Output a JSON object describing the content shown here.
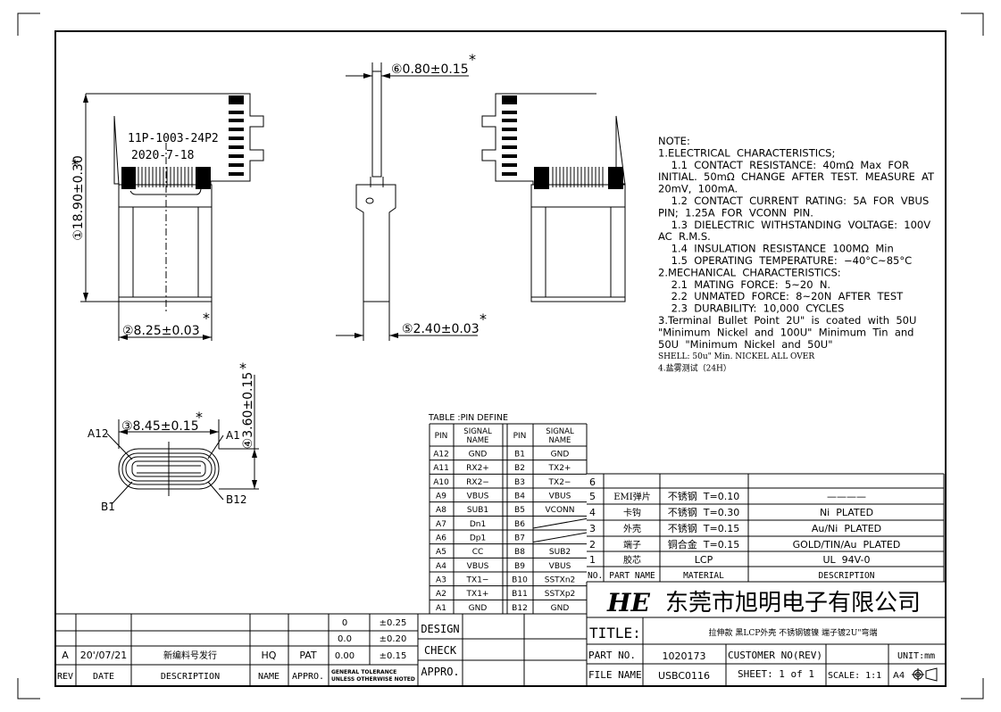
{
  "drawing": {
    "marking_line1": "11P-1003-24P2",
    "marking_line2": "2020-7-18",
    "dims": {
      "d01": "①18.90±0.30",
      "d02": "②8.25±0.03",
      "d03": "③8.45±0.15",
      "d04": "④3.60±0.15",
      "d05": "⑤2.40±0.03",
      "d06": "⑥0.80±0.15",
      "critical_mark": "*"
    },
    "pin_labels": {
      "a12": "A12",
      "a1": "A1",
      "b1": "B1",
      "b12": "B12"
    }
  },
  "notes": [
    "NOTE:",
    "1.ELECTRICAL  CHARACTERISTICS;",
    "    1.1  CONTACT  RESISTANCE:  40mΩ  Max  FOR",
    "INITIAL.  50mΩ  CHANGE  AFTER  TEST.  MEASURE  AT",
    "20mV,  100mA.",
    "    1.2  CONTACT  CURRENT  RATING:  5A  FOR  VBUS",
    "PIN;  1.25A  FOR  VCONN  PIN.",
    "    1.3  DIELECTRIC  WITHSTANDING  VOLTAGE:  100V",
    "AC  R.M.S.",
    "    1.4  INSULATION  RESISTANCE  100MΩ  Min",
    "    1.5  OPERATING  TEMPERATURE:  −40°C~85°C",
    "2.MECHANICAL  CHARACTERISTICS:",
    "    2.1  MATING  FORCE:  5~20  N.",
    "    2.2  UNMATED  FORCE:  8~20N  AFTER  TEST",
    "    2.3  DURABILITY:  10,000  CYCLES",
    "3.Terminal  Bullet  Point  2U\"  is  coated  with  50U",
    "\"Minimum  Nickel  and  100U\"  Minimum  Tin  and",
    "50U  \"Minimum  Nickel  and  50U\""
  ],
  "notes_small": [
    "SHELL: 50u\" Min. NICKEL ALL OVER",
    "4.盐雾测试（24H）"
  ],
  "pin_table": {
    "title": "TABLE :PIN DEFINE",
    "headers": [
      "PIN",
      "SIGNAL",
      "NAME"
    ],
    "rows": [
      [
        "A12",
        "GND",
        "B1",
        "GND"
      ],
      [
        "A11",
        "RX2+",
        "B2",
        "TX2+"
      ],
      [
        "A10",
        "RX2−",
        "B3",
        "TX2−"
      ],
      [
        "A9",
        "VBUS",
        "B4",
        "VBUS"
      ],
      [
        "A8",
        "SUB1",
        "B5",
        "VCONN"
      ],
      [
        "A7",
        "Dn1",
        "B6",
        ""
      ],
      [
        "A6",
        "Dp1",
        "B7",
        ""
      ],
      [
        "A5",
        "CC",
        "B8",
        "SUB2"
      ],
      [
        "A4",
        "VBUS",
        "B9",
        "VBUS"
      ],
      [
        "A3",
        "TX1−",
        "B10",
        "SSTXn2"
      ],
      [
        "A2",
        "TX1+",
        "B11",
        "SSTXp2"
      ],
      [
        "A1",
        "GND",
        "B12",
        "GND"
      ]
    ]
  },
  "parts_table": {
    "rows": [
      [
        "6",
        "",
        "",
        ""
      ],
      [
        "5",
        "EMI弹片",
        "不锈钢  T=0.10",
        "————"
      ],
      [
        "4",
        "卡钩",
        "不锈钢  T=0.30",
        "Ni  PLATED"
      ],
      [
        "3",
        "外壳",
        "不锈钢  T=0.15",
        "Au/Ni  PLATED"
      ],
      [
        "2",
        "端子",
        "铜合金  T=0.15",
        "GOLD/TIN/Au  PLATED"
      ],
      [
        "1",
        "胶芯",
        "LCP",
        "UL  94V-0"
      ]
    ],
    "headers": [
      "NO.",
      "PART NAME",
      "MATERIAL",
      "DESCRIPTION"
    ]
  },
  "title_block": {
    "logo": "HE",
    "company": "东莞市旭明电子有限公司",
    "title_label": "TITLE:",
    "title_value": "拉伸款  黑LCP外壳  不锈钢镀镍  端子镀2U\"弯端",
    "part_no_label": "PART NO.",
    "part_no": "1020173",
    "customer_label": "CUSTOMER NO(REV)",
    "customer_value": "",
    "unit_label": "UNIT:mm",
    "file_name_label": "FILE NAME",
    "file_name": "USBC0116",
    "sheet": "SHEET: 1  of  1",
    "scale": "SCALE: 1:1",
    "paper": "A4"
  },
  "approval": {
    "design": "DESIGN",
    "check": "CHECK",
    "appro": "APPRO."
  },
  "tolerance": {
    "rows": [
      [
        "0",
        "±0.25"
      ],
      [
        "0.0",
        "±0.20"
      ],
      [
        "0.00",
        "±0.15"
      ]
    ],
    "note1": "GENERAL  TOLERANCE",
    "note2": "UNLESS  OTHERWISE  NOTED"
  },
  "revision": {
    "entries": [
      {
        "rev": "A",
        "date": "20'/07/21",
        "description": "新编料号发行",
        "name": "HQ",
        "appro": "PAT"
      }
    ],
    "headers": {
      "rev": "REV",
      "date": "DATE",
      "description": "DESCRIPTION",
      "name": "NAME",
      "appro": "APPRO."
    }
  }
}
